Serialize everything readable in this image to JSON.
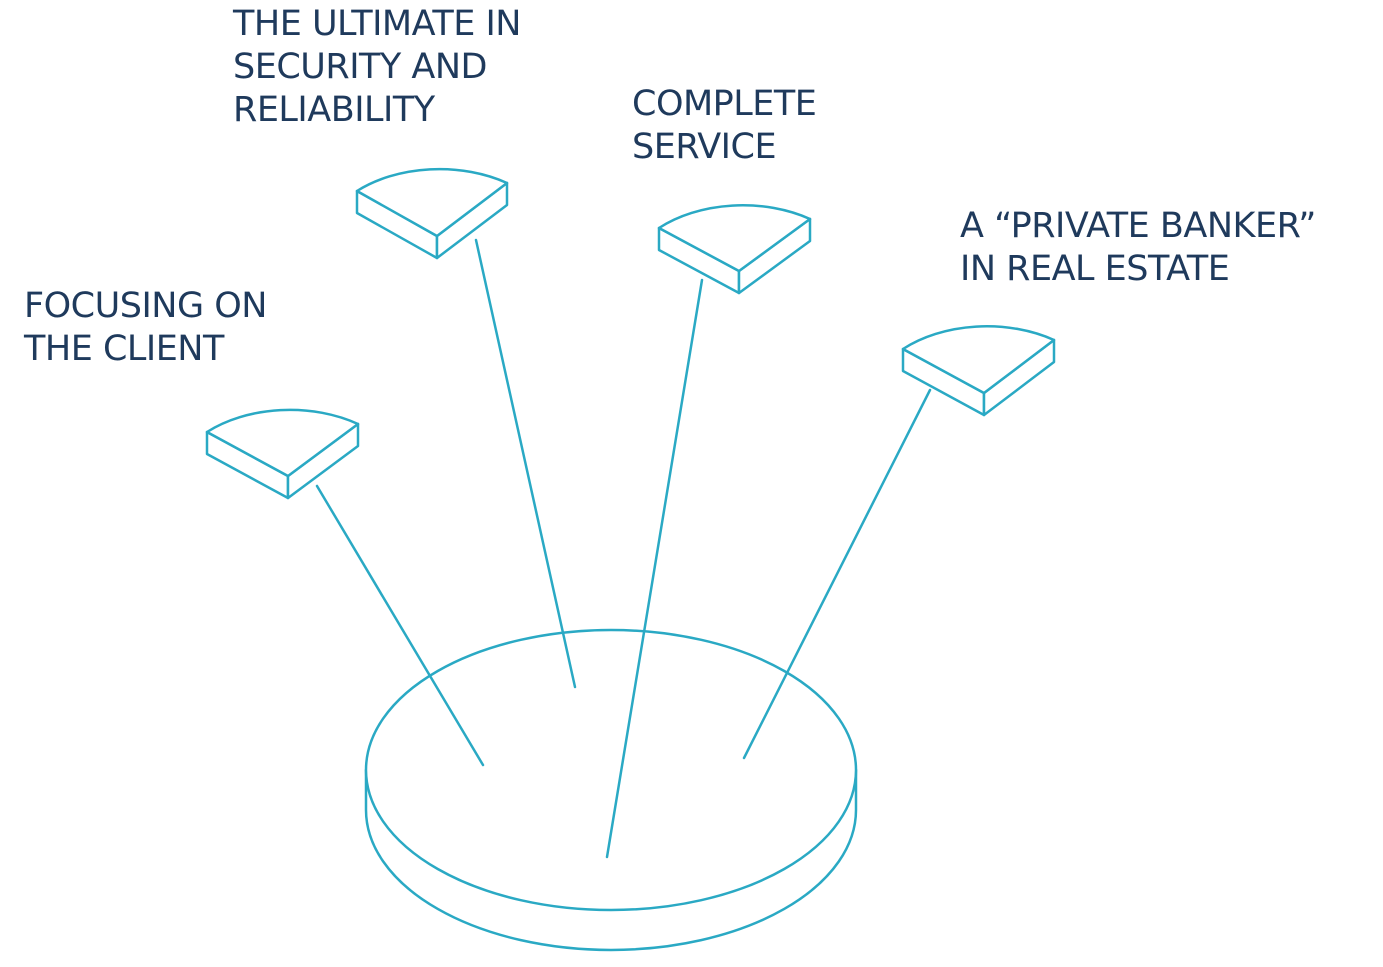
{
  "colors": {
    "stroke": "#2aa9c4",
    "text": "#1f3a5c",
    "background": "#ffffff"
  },
  "labels": {
    "client": {
      "lines": [
        "FOCUSING ON",
        "THE CLIENT"
      ]
    },
    "security": {
      "lines": [
        "THE ULTIMATE IN",
        "SECURITY AND",
        "RELIABILITY"
      ]
    },
    "service": {
      "lines": [
        "COMPLETE",
        "SERVICE"
      ]
    },
    "banker": {
      "lines": [
        "A “PRIVATE BANKER”",
        "IN REAL ESTATE"
      ]
    }
  }
}
